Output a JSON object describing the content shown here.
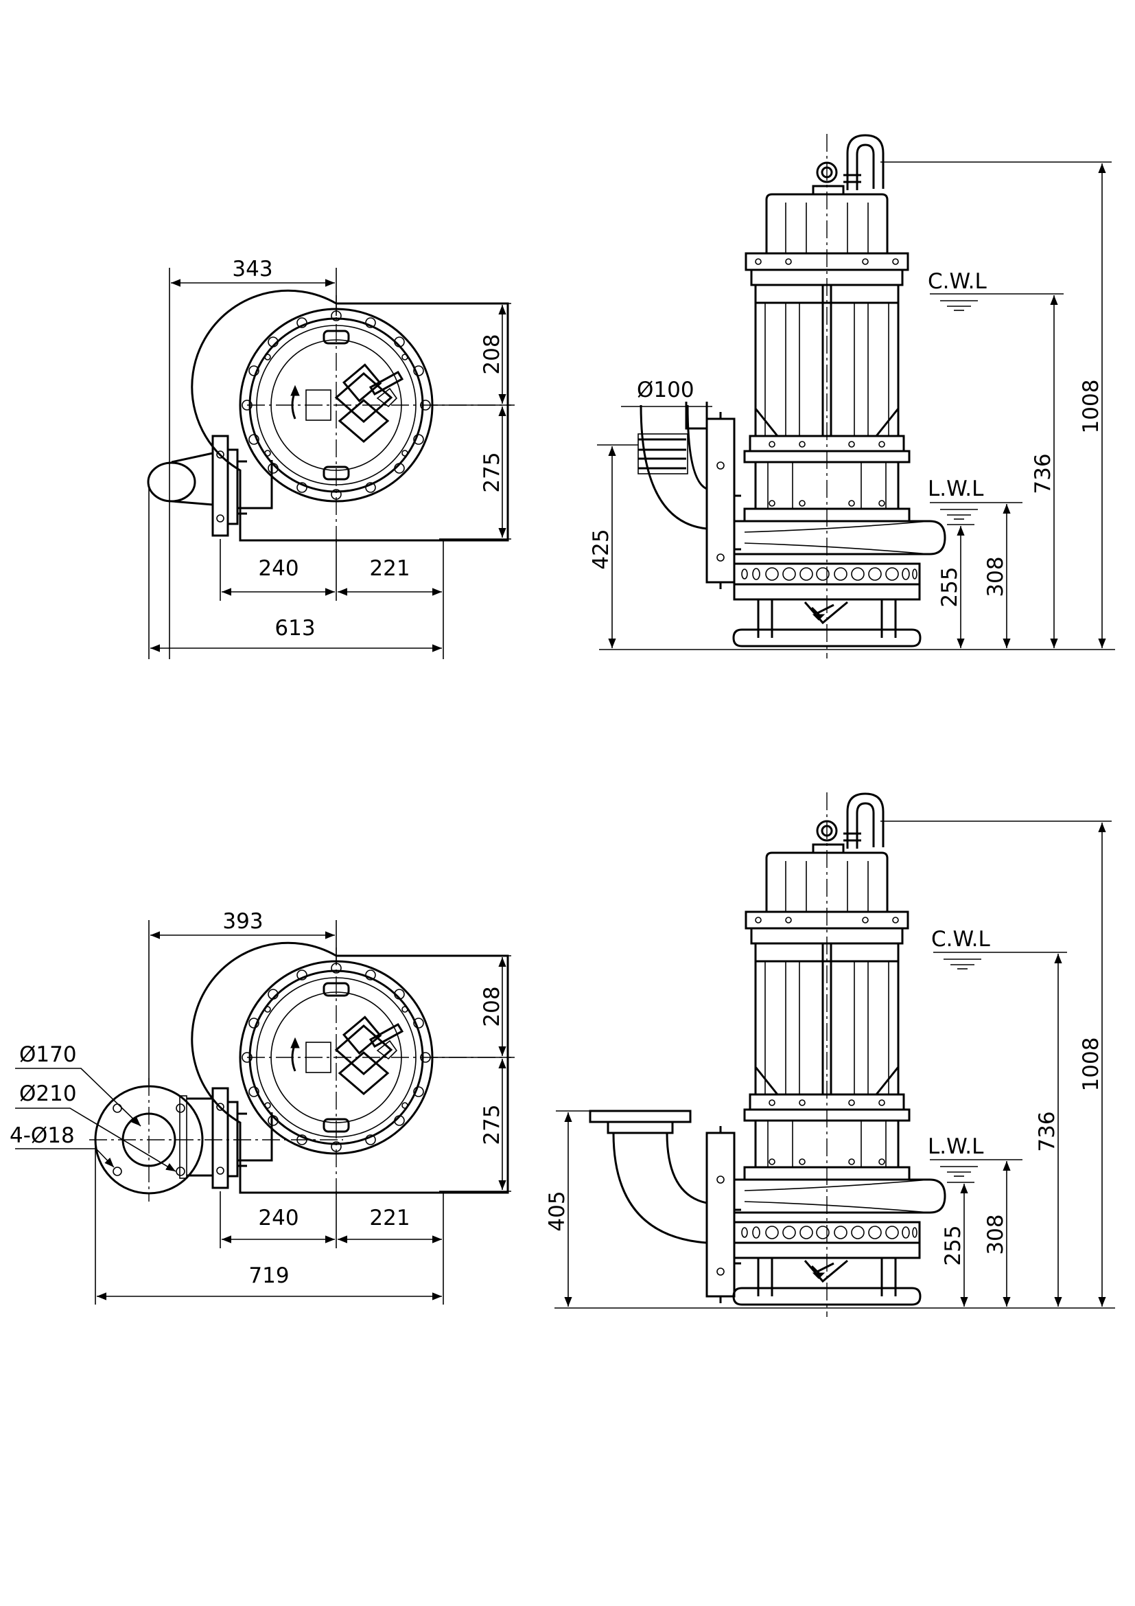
{
  "colors": {
    "line": "#000000",
    "background": "#ffffff"
  },
  "top": {
    "plan": {
      "dim_top": "343",
      "dim_right_upper": "208",
      "dim_right_lower": "275",
      "dim_bottom_left": "240",
      "dim_bottom_right": "221",
      "dim_overall": "613"
    },
    "elevation": {
      "outlet_dia": "Ø100",
      "cwl": "C.W.L",
      "lwl": "L.W.L",
      "dim_outlet_height": "425",
      "dim_255": "255",
      "dim_308": "308",
      "dim_736": "736",
      "dim_1008": "1008"
    }
  },
  "bottom": {
    "plan": {
      "dim_top": "393",
      "dim_right_upper": "208",
      "dim_right_lower": "275",
      "dim_bottom_left": "240",
      "dim_bottom_right": "221",
      "dim_overall": "719",
      "flange_inner": "Ø170",
      "flange_pcd": "Ø210",
      "bolt_holes": "4-Ø18"
    },
    "elevation": {
      "cwl": "C.W.L",
      "lwl": "L.W.L",
      "dim_outlet_height": "405",
      "dim_255": "255",
      "dim_308": "308",
      "dim_736": "736",
      "dim_1008": "1008"
    }
  }
}
